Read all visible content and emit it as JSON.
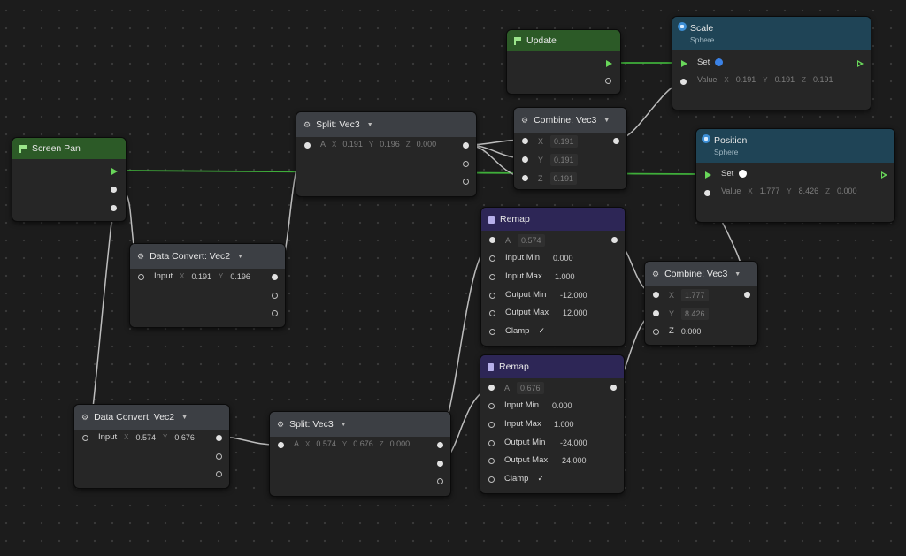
{
  "nodes": {
    "screen_pan": {
      "title": "Screen Pan"
    },
    "update": {
      "title": "Update"
    },
    "scale": {
      "title": "Scale",
      "subtitle": "Sphere",
      "set_label": "Set",
      "value_label": "Value",
      "x": "0.191",
      "y": "0.191",
      "z": "0.191",
      "set_color": "#3b82e6"
    },
    "position": {
      "title": "Position",
      "subtitle": "Sphere",
      "set_label": "Set",
      "value_label": "Value",
      "x": "1.777",
      "y": "8.426",
      "z": "0.000",
      "set_color": "#ffffff"
    },
    "split_top": {
      "title": "Split: Vec3",
      "a": "A",
      "x": "0.191",
      "y": "0.196",
      "z": "0.000"
    },
    "combine_top": {
      "title": "Combine: Vec3",
      "x_label": "X",
      "y_label": "Y",
      "z_label": "Z",
      "x": "0.191",
      "y": "0.191",
      "z": "0.191"
    },
    "dc_top": {
      "title": "Data Convert: Vec2",
      "input_label": "Input",
      "x": "0.191",
      "y": "0.196"
    },
    "dc_bottom": {
      "title": "Data Convert: Vec2",
      "input_label": "Input",
      "x": "0.574",
      "y": "0.676"
    },
    "split_bottom": {
      "title": "Split: Vec3",
      "a": "A",
      "x": "0.574",
      "y": "0.676",
      "z": "0.000"
    },
    "remap_top": {
      "title": "Remap",
      "a_label": "A",
      "a": "0.574",
      "input_min_label": "Input Min",
      "input_min": "0.000",
      "input_max_label": "Input Max",
      "input_max": "1.000",
      "output_min_label": "Output Min",
      "output_min": "-12.000",
      "output_max_label": "Output Max",
      "output_max": "12.000",
      "clamp_label": "Clamp"
    },
    "remap_bottom": {
      "title": "Remap",
      "a_label": "A",
      "a": "0.676",
      "input_min_label": "Input Min",
      "input_min": "0.000",
      "input_max_label": "Input Max",
      "input_max": "1.000",
      "output_min_label": "Output Min",
      "output_min": "-24.000",
      "output_max_label": "Output Max",
      "output_max": "24.000",
      "clamp_label": "Clamp"
    },
    "combine_right": {
      "title": "Combine: Vec3",
      "x_label": "X",
      "y_label": "Y",
      "z_label": "Z",
      "x": "1.777",
      "y": "8.426",
      "z": "0.000"
    }
  },
  "axis": {
    "x": "X",
    "y": "Y",
    "z": "Z"
  },
  "icons": {
    "chevron": "chevron-down-icon",
    "flag": "flag-icon",
    "gear": "gear-icon",
    "calculator": "calculator-icon",
    "check": "check-icon"
  },
  "colors": {
    "exec_wire": "#3fae3a",
    "data_wire": "#c9c9c9"
  }
}
